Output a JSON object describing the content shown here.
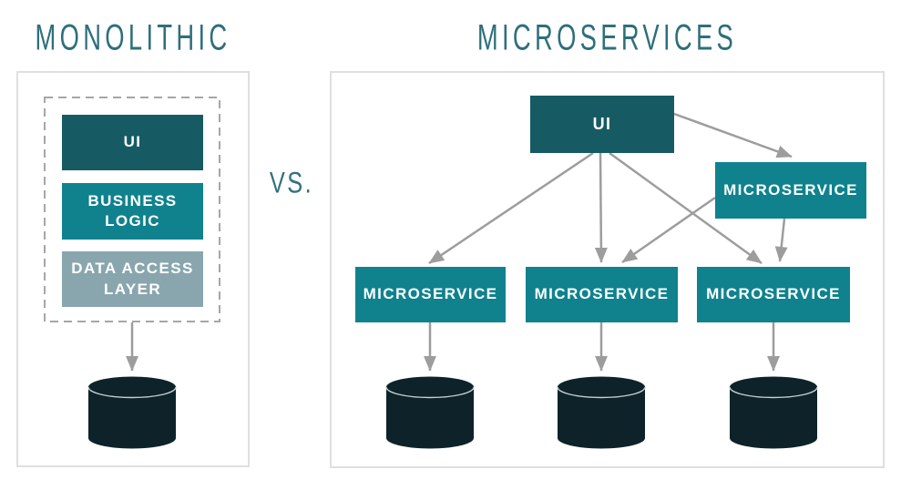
{
  "titles": {
    "left": "MONOLITHIC",
    "versus": "VS.",
    "right": "MICROSERVICES"
  },
  "monolithic": {
    "layers": [
      {
        "id": "ui",
        "label": "UI"
      },
      {
        "id": "business-logic",
        "label": "BUSINESS\nLOGIC"
      },
      {
        "id": "data-access-layer",
        "label": "DATA ACCESS\nLAYER"
      }
    ],
    "databases": 1
  },
  "microservices": {
    "ui": {
      "label": "UI"
    },
    "gateway": {
      "label": "MICROSERVICE"
    },
    "services": [
      {
        "label": "MICROSERVICE"
      },
      {
        "label": "MICROSERVICE"
      },
      {
        "label": "MICROSERVICE"
      }
    ],
    "databases": 3
  },
  "colors": {
    "dark_teal": "#165b63",
    "teal": "#0f828e",
    "slate_blue": "#89a6ae",
    "database_cylinder": "#0d2329",
    "connector_gray": "#9d9d9d",
    "title_teal": "#2e6f7c",
    "panel_border": "#dfdfdf",
    "dashed_boundary": "#a6a6a6"
  }
}
